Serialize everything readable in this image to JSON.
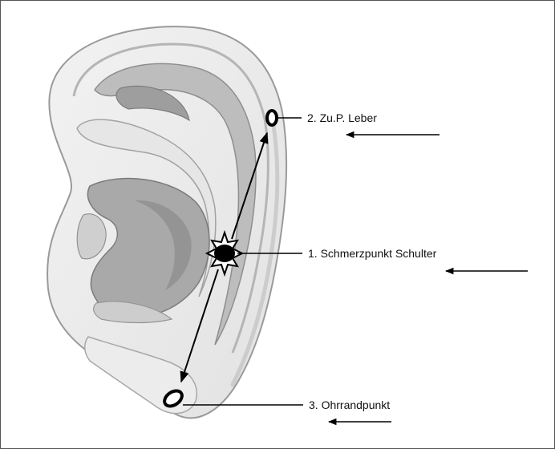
{
  "diagram": {
    "points": {
      "p1": {
        "label": "1. Schmerzpunkt Schulter"
      },
      "p2": {
        "label": "2. Zu.P.  Leber"
      },
      "p3": {
        "label": "3. Ohrrandpunkt"
      }
    }
  }
}
